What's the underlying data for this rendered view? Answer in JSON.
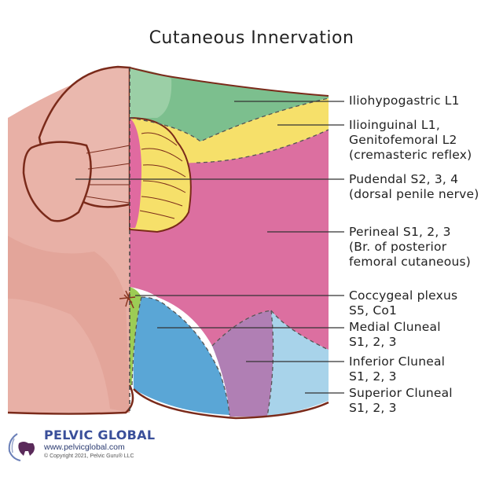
{
  "title": "Cutaneous Innervation",
  "labels": [
    {
      "id": "iliohypogastric",
      "lines": [
        "Iliohypogastric L1"
      ],
      "color": "#7cbf8e"
    },
    {
      "id": "ilioinguinal",
      "lines": [
        "Ilioinguinal L1,",
        "Genitofemoral L2",
        "(cremasteric reflex)"
      ],
      "color": "#f6e06a"
    },
    {
      "id": "pudendal",
      "lines": [
        "Pudendal S2, 3, 4",
        "(dorsal penile nerve)"
      ],
      "color": "#e06aa0"
    },
    {
      "id": "perineal",
      "lines": [
        "Perineal S1, 2, 3",
        "(Br. of posterior",
        "femoral cutaneous)"
      ],
      "color": "#dc6fa0"
    },
    {
      "id": "coccygeal",
      "lines": [
        "Coccygeal plexus",
        "S5, Co1"
      ],
      "color": "#9ccc55"
    },
    {
      "id": "medial-cluneal",
      "lines": [
        "Medial Cluneal",
        "S1, 2, 3"
      ],
      "color": "#5aa6d6"
    },
    {
      "id": "inferior-cluneal",
      "lines": [
        "Inferior Cluneal",
        "S1, 2, 3"
      ],
      "color": "#b07fb4"
    },
    {
      "id": "superior-cluneal",
      "lines": [
        "Superior Cluneal",
        "S1, 2, 3"
      ],
      "color": "#a8d3ea"
    }
  ],
  "logo": {
    "name": "PELVIC GLOBAL",
    "url": "www.pelvicglobal.com",
    "copyright": "© Copyright 2021, Pelvic Guru® LLC"
  },
  "colors": {
    "skin": "#e8b0a6",
    "skin_dark": "#d4917f",
    "outline": "#7a2a1a",
    "leader": "#333333"
  }
}
